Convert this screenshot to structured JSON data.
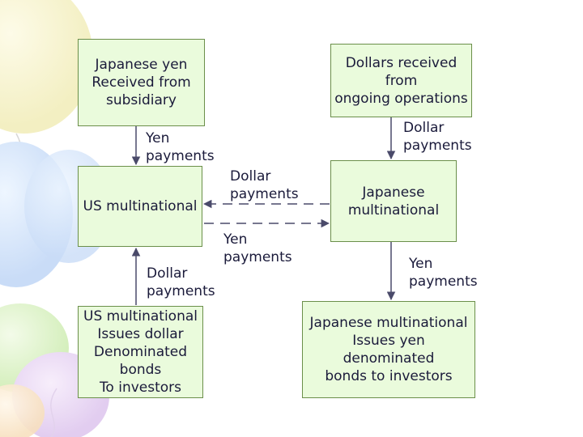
{
  "boxes": {
    "japanese_yen_received": "Japanese yen\nReceived from\nsubsidiary",
    "dollars_received": "Dollars received\nfrom\nongoing operations",
    "us_multinational": "US multinational",
    "japanese_multinational": "Japanese\nmultinational",
    "us_issues_bonds": "US multinational\nIssues dollar\nDenominated\nbonds\nTo investors",
    "japanese_issues_bonds": "Japanese multinational\nIssues yen\ndenominated\nbonds to investors"
  },
  "labels": {
    "yen_payments_top": "Yen\npayments",
    "dollar_payments_top": "Dollar\npayments",
    "dollar_payments_middle": "Dollar\npayments",
    "yen_payments_middle": "Yen\npayments",
    "dollar_payments_bottom": "Dollar\npayments",
    "yen_payments_bottom": "Yen\npayments"
  },
  "colors": {
    "box_fill": "#eafbdc",
    "box_border": "#6b8f4a",
    "text": "#1a1a3a",
    "arrow": "#4a4a6a"
  }
}
